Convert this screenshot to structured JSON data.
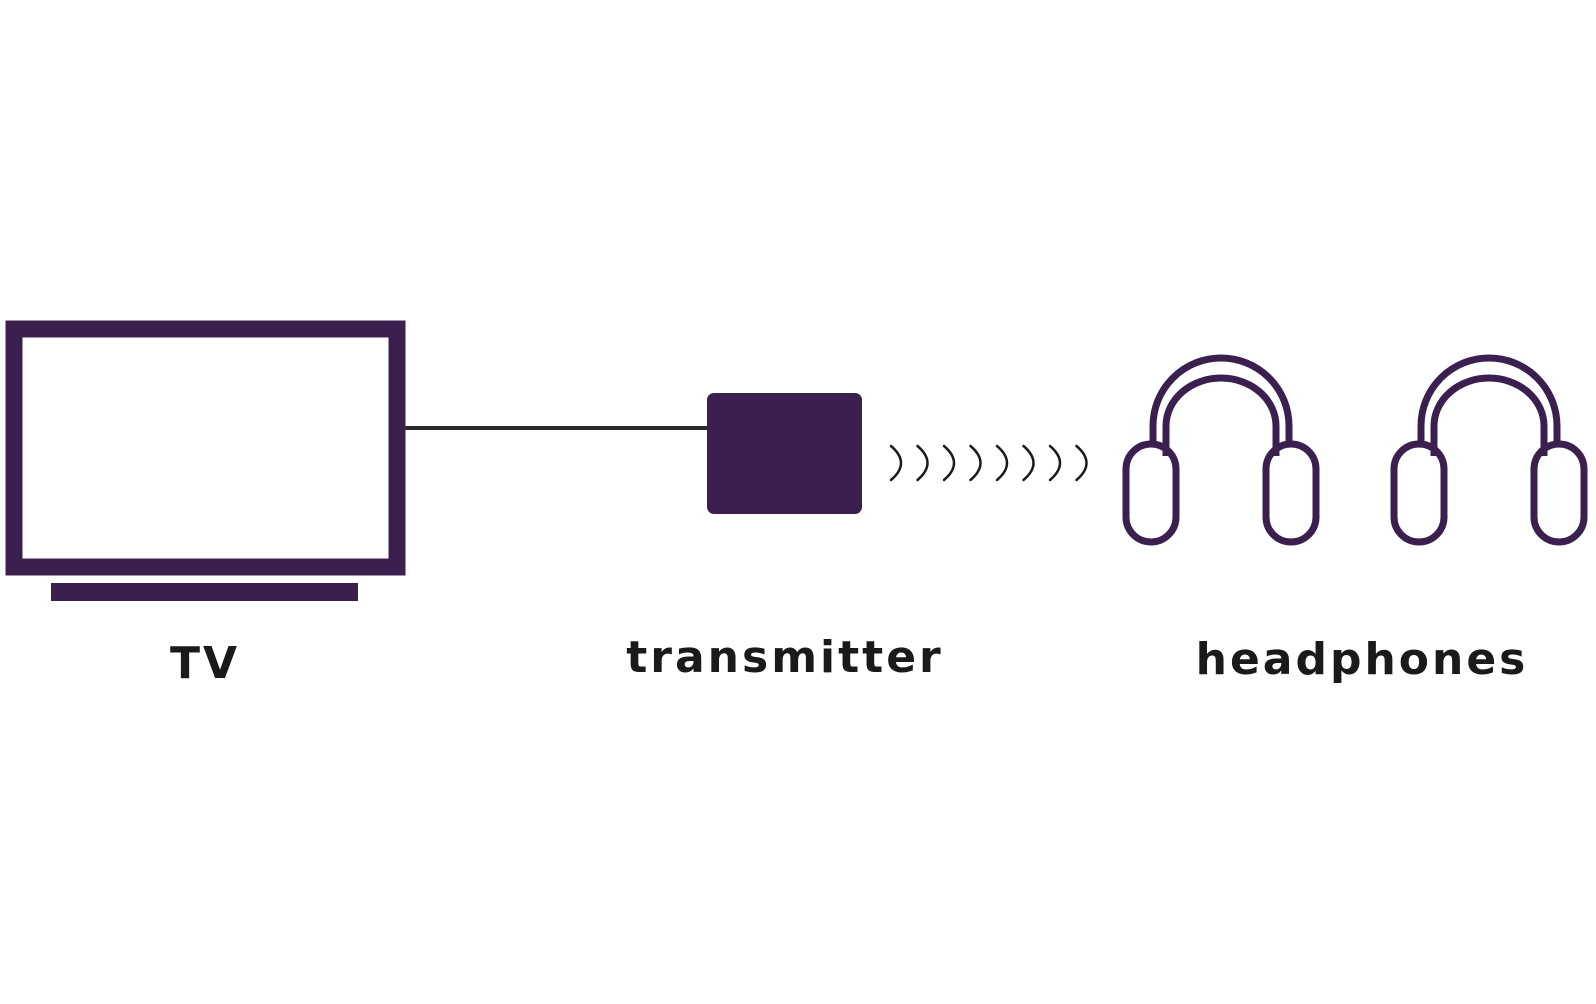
{
  "colors": {
    "device": "#3a1f4f",
    "wire": "#2a2a2a",
    "waves": "#1a1a1a",
    "label": "#1a1a1a",
    "background": "#ffffff"
  },
  "icons": {
    "tv": "tv-icon",
    "transmitter": "transmitter-icon",
    "waves": "wireless-waves-icon",
    "headphones": "headphones-icon"
  },
  "labels": {
    "tv": "TV",
    "transmitter": "transmitter",
    "headphones": "headphones"
  }
}
